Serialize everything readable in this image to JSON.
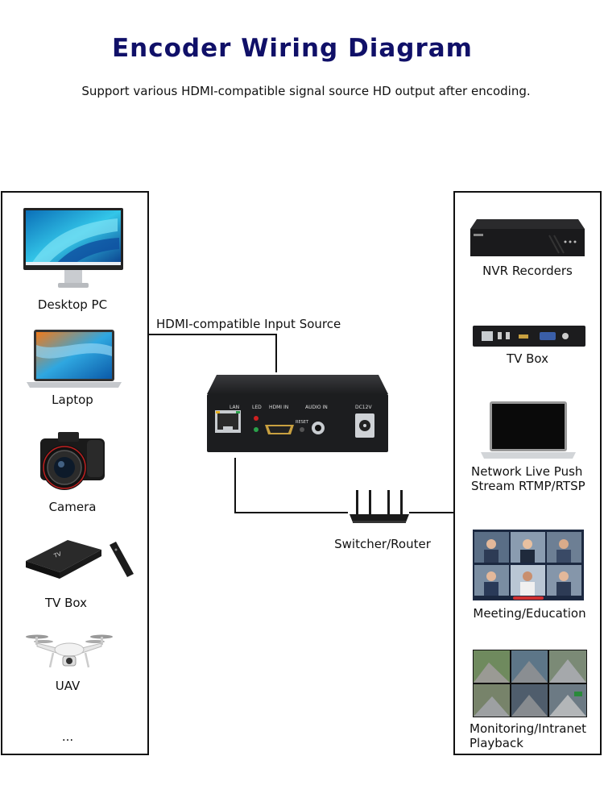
{
  "header": {
    "title": "Encoder Wiring Diagram",
    "subtitle": "Support various HDMI-compatible signal source HD output after encoding."
  },
  "sources": {
    "items": [
      {
        "label": "Desktop PC",
        "icon": "desktop-pc-image"
      },
      {
        "label": "Laptop",
        "icon": "laptop-image"
      },
      {
        "label": "Camera",
        "icon": "camera-image"
      },
      {
        "label": "TV Box",
        "icon": "tv-box-image"
      },
      {
        "label": "UAV",
        "icon": "drone-image"
      },
      {
        "label": "..."
      }
    ]
  },
  "connections": {
    "input_label": "HDMI-compatible Input Source",
    "router_label": "Switcher/Router"
  },
  "encoder": {
    "ports": {
      "lan": "LAN",
      "led": "LED",
      "hdmi_in": "HDMI IN",
      "reset": "RESET",
      "audio_in": "AUDIO IN",
      "dc": "DC12V"
    }
  },
  "outputs": {
    "items": [
      {
        "label": "NVR Recorders",
        "icon": "nvr-image"
      },
      {
        "label": "TV Box",
        "icon": "tv-box-rear-image"
      },
      {
        "label_line1": "Network Live Push",
        "label_line2": "Stream RTMP/RTSP",
        "icon": "laptop-image"
      },
      {
        "label": "Meeting/Education",
        "icon": "video-conference-image"
      },
      {
        "label_line1": "Monitoring/Intranet",
        "label_line2": "Playback",
        "icon": "surveillance-grid-image"
      }
    ]
  },
  "colors": {
    "title": "#101068",
    "encoder_body": "#1c1d1f",
    "hdmi_gold": "#c8a040",
    "lan_green": "#2aa24a",
    "led_red": "#d02020"
  }
}
